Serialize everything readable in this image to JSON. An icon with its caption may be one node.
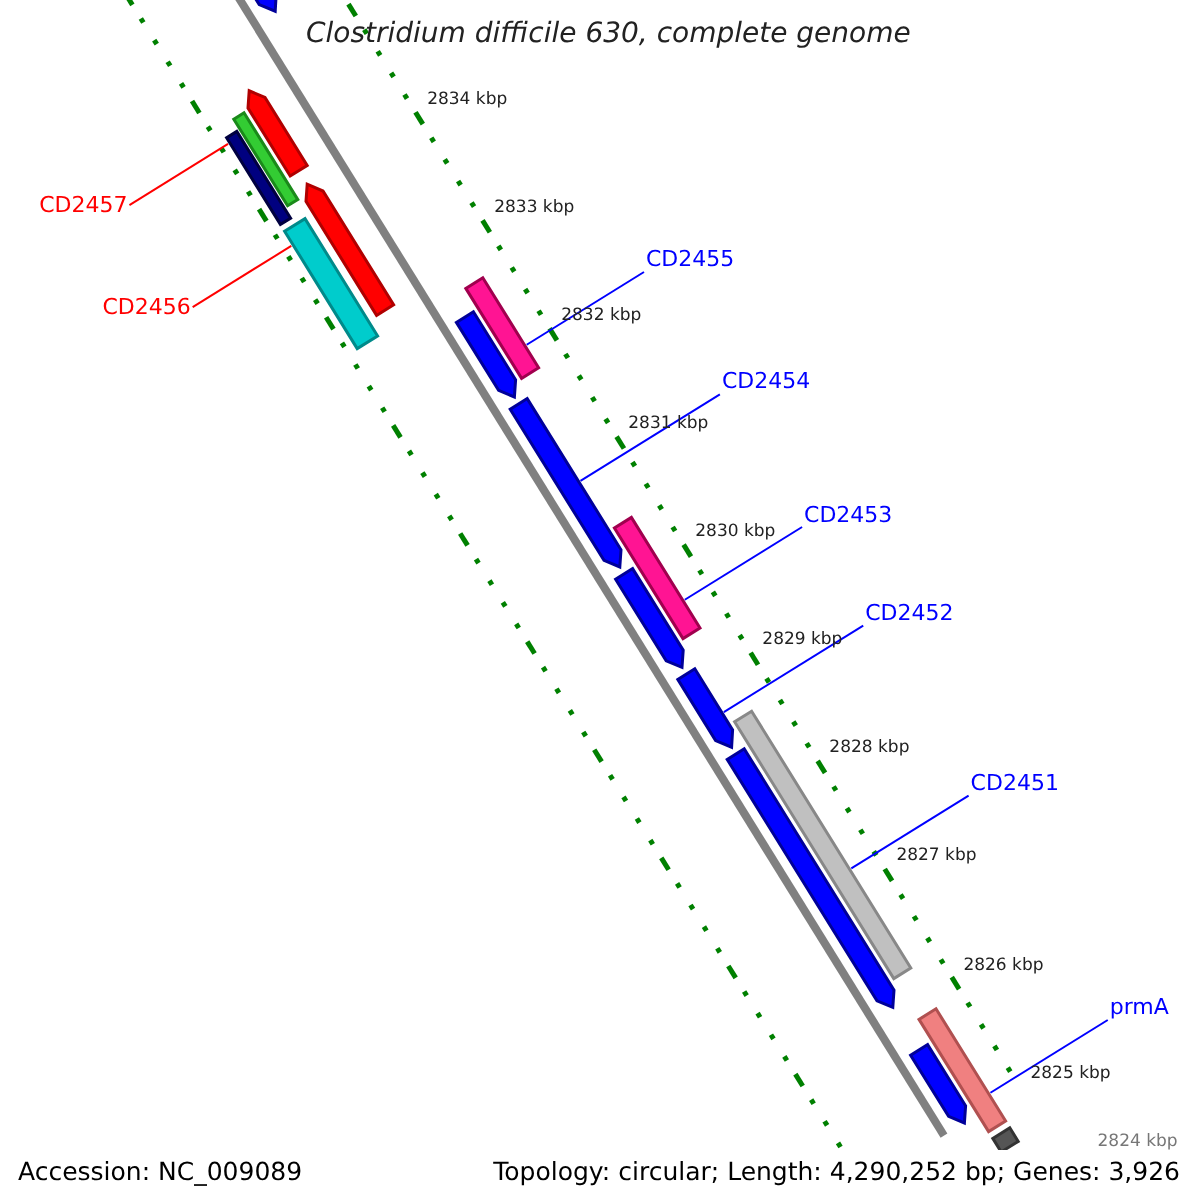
{
  "diagram": {
    "title": "Clostridium difficile 630, complete genome",
    "nodes": [
      {
        "text": [
          "CD2457"
        ]
      },
      {
        "text": [
          "CD2456"
        ]
      },
      {
        "text": [
          "CD2455"
        ]
      },
      {
        "text": [
          "CD2454"
        ]
      },
      {
        "text": [
          "CD2453"
        ]
      },
      {
        "text": [
          "CD2452"
        ]
      },
      {
        "text": [
          "CD2451"
        ]
      },
      {
        "text": [
          "prmA"
        ]
      },
      {
        "text": [],
        "shape": "arrow"
      },
      {
        "text": [],
        "shape": "arrow"
      },
      {
        "text": [],
        "shape": "bar"
      },
      {
        "text": [],
        "shape": "bar"
      },
      {
        "text": [],
        "shape": "arrow"
      },
      {
        "text": [],
        "shape": "bar"
      },
      {
        "text": [],
        "shape": "bar"
      },
      {
        "text": [],
        "shape": "arrow"
      },
      {
        "text": [],
        "shape": "arrow"
      },
      {
        "text": [],
        "shape": "bar"
      },
      {
        "text": [],
        "shape": "arrow"
      },
      {
        "text": [],
        "shape": "arrow"
      },
      {
        "text": [],
        "shape": "bar"
      },
      {
        "text": [],
        "shape": "arrow"
      },
      {
        "text": [],
        "shape": "bar"
      },
      {
        "text": [],
        "shape": "arrow"
      },
      {
        "text": [],
        "shape": "bar"
      }
    ],
    "edges": [
      {
        "from": 0,
        "to": 11,
        "arrow": "none",
        "color": "#ff0000"
      },
      {
        "from": 1,
        "to": 13,
        "arrow": "none",
        "color": "#ff0000"
      },
      {
        "from": 2,
        "to": 14,
        "arrow": "none"
      },
      {
        "from": 3,
        "to": 16,
        "arrow": "none"
      },
      {
        "from": 4,
        "to": 17,
        "arrow": "none"
      },
      {
        "from": 5,
        "to": 19,
        "arrow": "none"
      },
      {
        "from": 6,
        "to": 20,
        "arrow": "none"
      },
      {
        "from": 7,
        "to": 22,
        "arrow": "none"
      }
    ],
    "labels": [
      "2834 kbp",
      "2833 kbp",
      "2832 kbp",
      "2831 kbp",
      "2830 kbp",
      "2829 kbp",
      "2828 kbp",
      "2827 kbp",
      "2826 kbp",
      "2825 kbp",
      "2824 kbp",
      "Accession: NC_009089",
      "Topology: circular; Length: 4,290,252 bp; Genes: 3,926"
    ]
  }
}
